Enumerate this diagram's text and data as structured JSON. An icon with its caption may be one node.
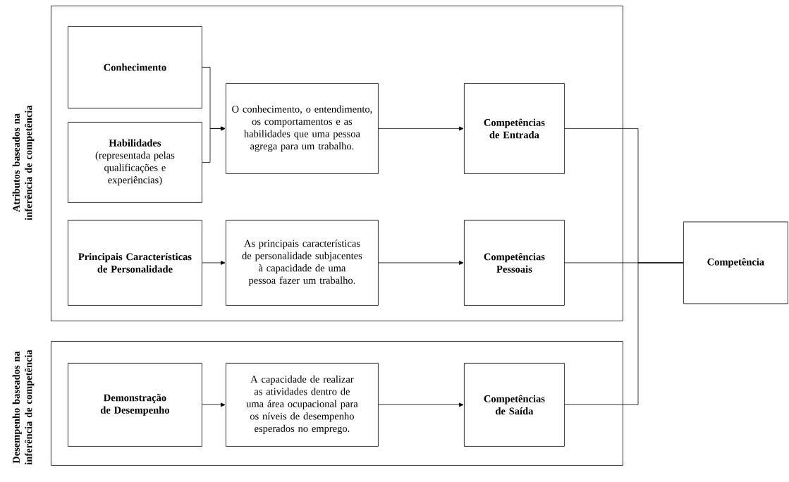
{
  "diagram": {
    "nodes": [
      {
        "text": [
          "Atributos baseados na inferência de competência"
        ]
      },
      {
        "text": [
          "Conhecimento"
        ],
        "in": 0
      },
      {
        "text": [
          "Habilidades",
          "(representada pelas qualificações e experiências)"
        ],
        "in": 0
      },
      {
        "text": [
          "O conhecimento, o entendimento, os comportamentos e as habilidades que uma pessoa agrega para um trabalho."
        ],
        "in": 0
      },
      {
        "text": [
          "Competências de Entrada"
        ],
        "in": 0
      },
      {
        "text": [
          "Principais Características de Personalidade"
        ],
        "in": 0
      },
      {
        "text": [
          "As principais características de personalidade subjacentes à capacidade de uma pessoa fazer um trabalho."
        ],
        "in": 0
      },
      {
        "text": [
          "Competências Pessoais"
        ],
        "in": 0
      },
      {
        "text": [
          "Desempenho baseados na inferência de competência"
        ]
      },
      {
        "text": [
          "Demonstração de Desempenho"
        ],
        "in": 8
      },
      {
        "text": [
          "A capacidade de realizar as atividades dentro de uma área ocupacional para os níveis de desempenho esperados no emprego."
        ],
        "in": 8
      },
      {
        "text": [
          "Competências de Saída"
        ],
        "in": 8
      },
      {
        "text": [
          "Competência"
        ]
      }
    ],
    "edges": [
      {
        "from": 1,
        "to": 3,
        "arrow": "to"
      },
      {
        "from": 2,
        "to": 3,
        "arrow": "to"
      },
      {
        "from": 3,
        "to": 4,
        "arrow": "to"
      },
      {
        "from": 5,
        "to": 6,
        "arrow": "to"
      },
      {
        "from": 6,
        "to": 7,
        "arrow": "to"
      },
      {
        "from": 9,
        "to": 10,
        "arrow": "to"
      },
      {
        "from": 10,
        "to": 11,
        "arrow": "to"
      },
      {
        "from": 4,
        "to": 12,
        "arrow": "none"
      },
      {
        "from": 7,
        "to": 12,
        "arrow": "none"
      },
      {
        "from": 11,
        "to": 12,
        "arrow": "none"
      }
    ]
  }
}
